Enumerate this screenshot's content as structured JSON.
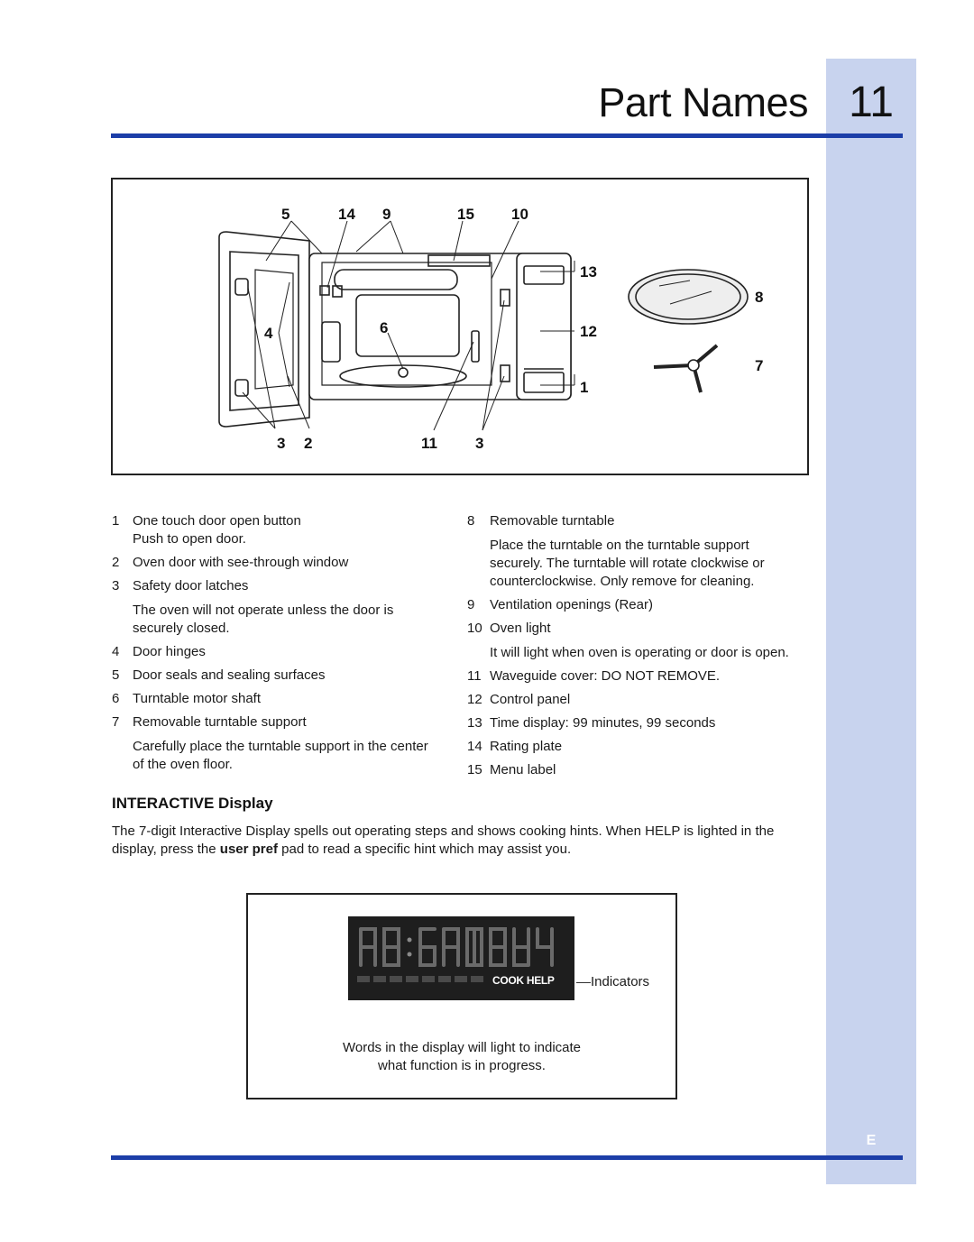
{
  "page": {
    "title": "Part Names",
    "page_number": "11",
    "lang_tag": "E"
  },
  "diagram": {
    "callouts": [
      "5",
      "14",
      "9",
      "15",
      "10",
      "13",
      "8",
      "4",
      "6",
      "12",
      "7",
      "1",
      "3",
      "2",
      "11",
      "3"
    ]
  },
  "parts_left": [
    {
      "num": "1",
      "label": "One touch door open button",
      "desc": "Push to open door."
    },
    {
      "num": "2",
      "label": "Oven door with see-through window"
    },
    {
      "num": "3",
      "label": "Safety door latches",
      "desc": "The oven will not operate unless the door is securely closed."
    },
    {
      "num": "4",
      "label": "Door hinges"
    },
    {
      "num": "5",
      "label": "Door seals and sealing surfaces"
    },
    {
      "num": "6",
      "label": "Turntable motor shaft"
    },
    {
      "num": "7",
      "label": "Removable turntable support",
      "desc": "Carefully place the turntable support in the center of the oven floor."
    }
  ],
  "parts_right": [
    {
      "num": "8",
      "label": "Removable turntable",
      "desc": "Place the turntable on the turntable support securely. The turntable will rotate clockwise or counterclockwise. Only remove for cleaning."
    },
    {
      "num": "9",
      "label": "Ventilation openings (Rear)"
    },
    {
      "num": "10",
      "label": "Oven light",
      "desc": "It will light when oven is operating or door is open."
    },
    {
      "num": "11",
      "label": "Waveguide cover: DO NOT REMOVE."
    },
    {
      "num": "12",
      "label": "Control panel"
    },
    {
      "num": "13",
      "label": "Time display: 99 minutes, 99 seconds"
    },
    {
      "num": "14",
      "label": "Rating plate"
    },
    {
      "num": "15",
      "label": "Menu label"
    }
  ],
  "interactive": {
    "heading": "INTERACTIVE Display",
    "para_before": "The 7-digit Interactive Display spells out operating steps and shows cooking hints. When HELP is lighted in the display, press the ",
    "para_bold": "user pref",
    "para_after": " pad to read a specific hint which may assist you.",
    "display": {
      "lit_indicators": "COOK HELP",
      "indicators_label": "Indicators",
      "caption_line1": "Words in the display will light to indicate",
      "caption_line2": "what function is in progress."
    }
  },
  "colors": {
    "accent_rule": "#1c3ea8",
    "sidebar": "#c8d3ee",
    "lcd_bg": "#1e1e1e"
  }
}
